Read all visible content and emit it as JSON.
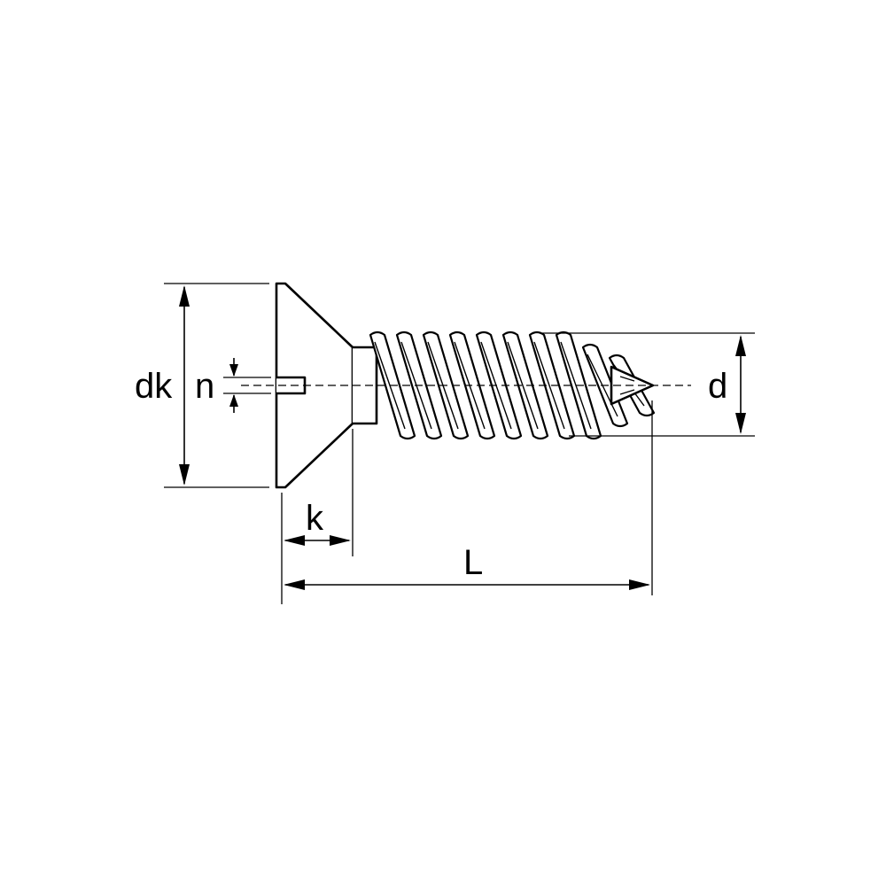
{
  "diagram": {
    "labels": {
      "head_diameter": "dk",
      "slot_width": "n",
      "head_height": "k",
      "length": "L",
      "thread_diameter": "d"
    }
  }
}
